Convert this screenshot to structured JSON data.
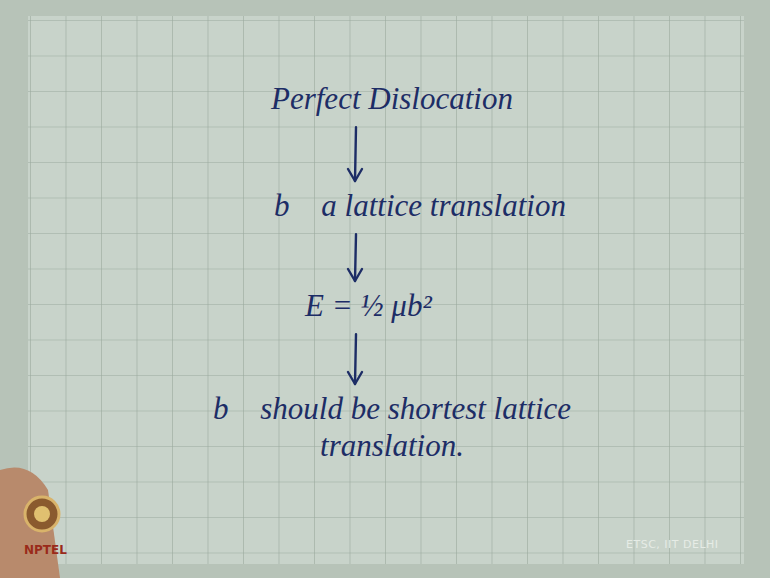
{
  "diagram": {
    "nodes": [
      {
        "text": [
          "Perfect Dislocation"
        ]
      },
      {
        "text": [
          "b⃗ a lattice translation"
        ]
      },
      {
        "text": [
          "E = ½ μb²"
        ]
      },
      {
        "text": [
          "b⃗ should be shortest lattice translation."
        ]
      }
    ],
    "edges": [
      {
        "from": 0,
        "to": 1,
        "arrow": "to"
      },
      {
        "from": 1,
        "to": 2,
        "arrow": "to"
      },
      {
        "from": 2,
        "to": 3,
        "arrow": "to"
      }
    ],
    "labels": [
      "NPTEL",
      "ETSC, IIT DELHI"
    ]
  }
}
